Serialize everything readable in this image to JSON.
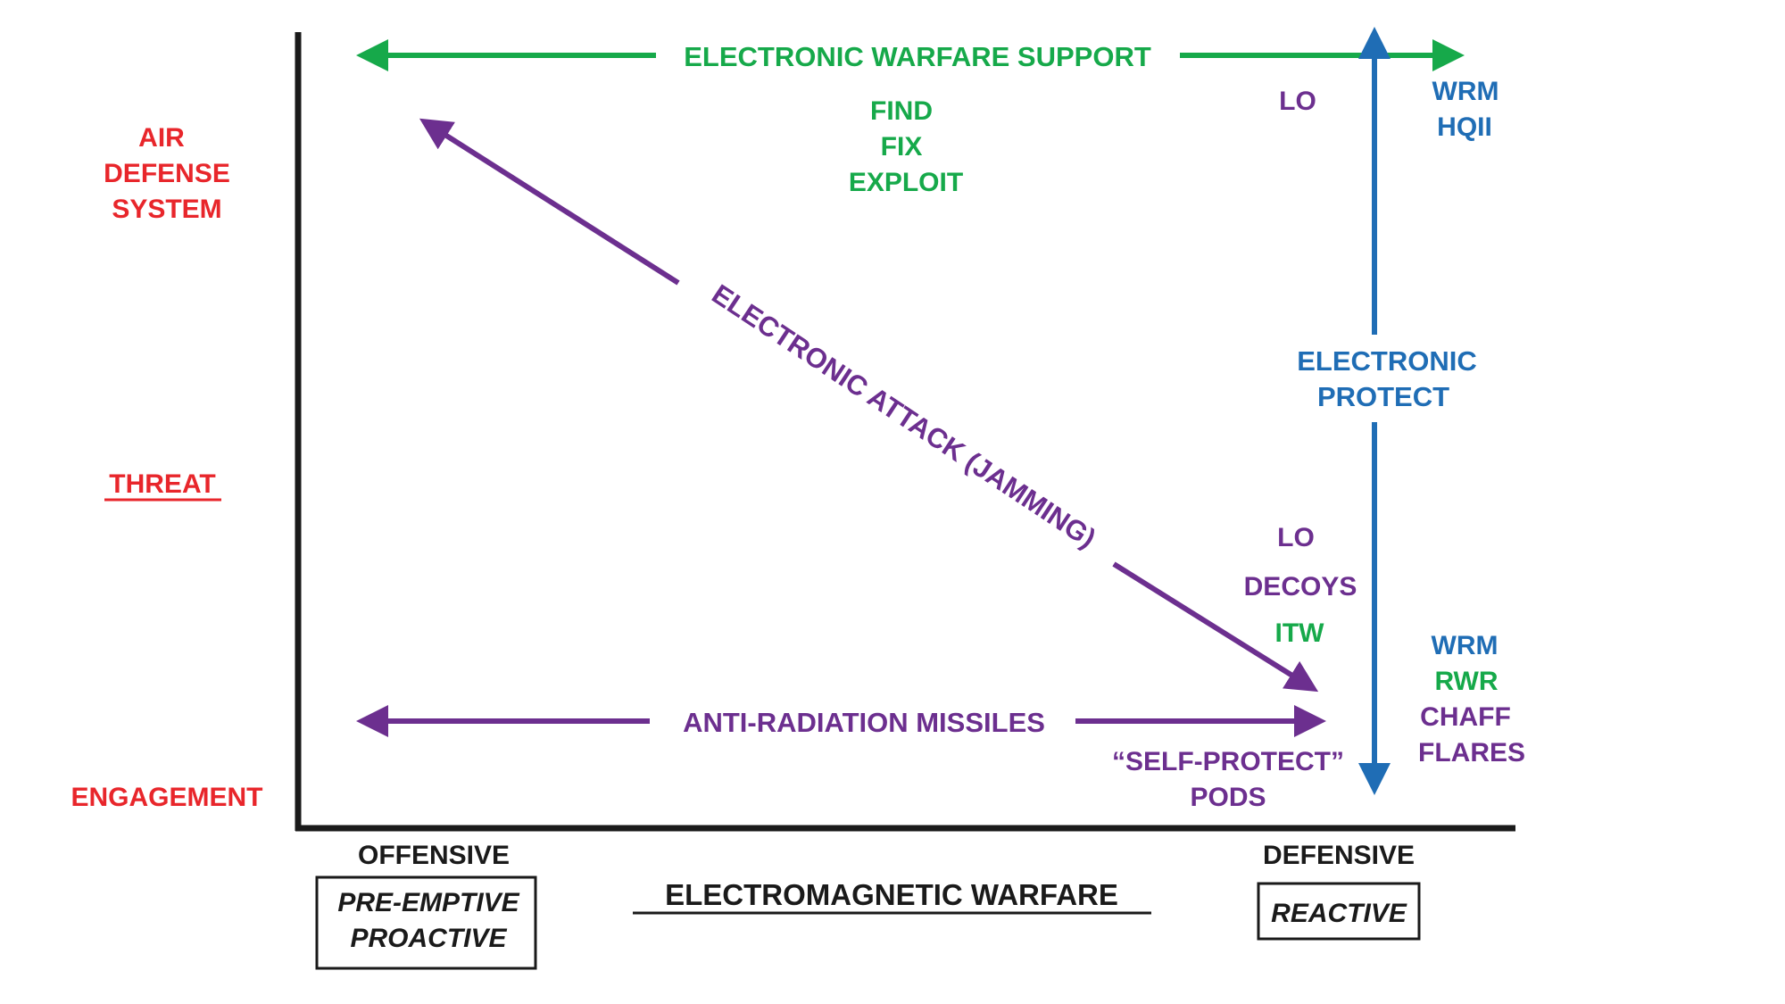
{
  "colors": {
    "red": "#e8262b",
    "green": "#16a94a",
    "purple": "#6c2f8f",
    "blue": "#1f6db5",
    "black": "#1a1a1a"
  },
  "y_axis": {
    "top_label": [
      "AIR",
      "DEFENSE",
      "SYSTEM"
    ],
    "middle_label": "THREAT",
    "bottom_label": "ENGAGEMENT"
  },
  "x_axis": {
    "left_label": "OFFENSIVE",
    "left_box": [
      "PRE-EMPTIVE",
      "PROACTIVE"
    ],
    "center_label": "ELECTROMAGNETIC WARFARE",
    "right_label": "DEFENSIVE",
    "right_box": "REACTIVE"
  },
  "es": {
    "label": "ELECTRONIC WARFARE SUPPORT",
    "items": [
      "FIND",
      "FIX",
      "EXPLOIT"
    ]
  },
  "ea": {
    "label": "ELECTRONIC ATTACK (JAMMING)"
  },
  "arm": {
    "label": "ANTI-RADIATION MISSILES"
  },
  "ep": {
    "label": [
      "ELECTRONIC",
      "PROTECT"
    ]
  },
  "top_right": {
    "lo": "LO",
    "blue_items": [
      "WRM",
      "HQII"
    ]
  },
  "mid_right": {
    "lo": "LO",
    "decoys": "DECOYS",
    "itw": "ITW",
    "pods": [
      "“SELF-PROTECT”",
      "PODS"
    ]
  },
  "bottom_right": {
    "wrm": "WRM",
    "rwr": "RWR",
    "chaff": "CHAFF",
    "flares": "FLARES"
  }
}
